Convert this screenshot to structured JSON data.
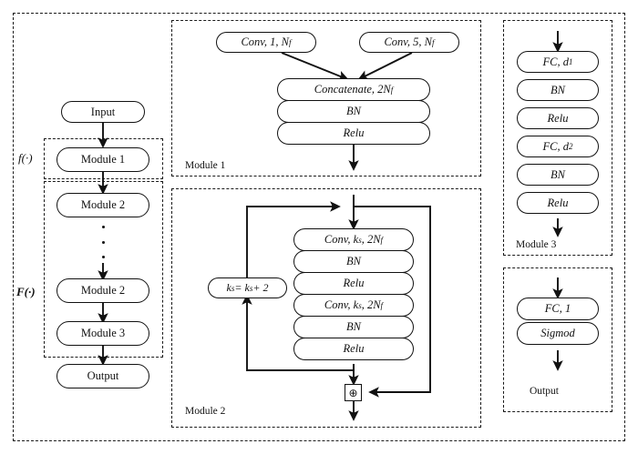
{
  "figure": {
    "type": "neural-network-architecture-diagram",
    "title": "",
    "left_labels": [
      {
        "id": "f",
        "text": "f(·)"
      },
      {
        "id": "F",
        "text": "F(·)"
      }
    ],
    "pipeline": {
      "name": "main-pipeline",
      "nodes": [
        {
          "id": "input",
          "label": "Input",
          "style": "plain"
        },
        {
          "id": "module1",
          "label": "Module 1",
          "style": "plain"
        },
        {
          "id": "module2a",
          "label": "Module 2",
          "style": "plain"
        },
        {
          "id": "ellipsis",
          "label": "⋮",
          "style": "dots"
        },
        {
          "id": "module2b",
          "label": "Module 2",
          "style": "plain"
        },
        {
          "id": "module3",
          "label": "Module 3",
          "style": "plain"
        },
        {
          "id": "output",
          "label": "Output",
          "style": "plain"
        }
      ]
    },
    "panels": [
      {
        "id": "outer",
        "label": ""
      },
      {
        "id": "f-panel",
        "label": ""
      },
      {
        "id": "F-panel",
        "label": ""
      },
      {
        "id": "module1-detail",
        "label": "Module 1"
      },
      {
        "id": "module2-detail",
        "label": "Module 2"
      },
      {
        "id": "module3-detail",
        "label": "Module 3"
      },
      {
        "id": "output-detail",
        "label": "Output"
      }
    ],
    "module1_detail": {
      "panel_label": "Module 1",
      "branches": [
        {
          "id": "conv1",
          "text": "Conv, 1, N",
          "sub": "f"
        },
        {
          "id": "conv5",
          "text": "Conv, 5, N",
          "sub": "f"
        }
      ],
      "stack": [
        {
          "id": "concat",
          "text": "Concatenate, 2N",
          "sub": "f"
        },
        {
          "id": "bn1",
          "text": "BN",
          "sub": ""
        },
        {
          "id": "relu1",
          "text": "Relu",
          "sub": ""
        }
      ]
    },
    "module2_detail": {
      "panel_label": "Module 2",
      "loop_node": {
        "id": "ks-update",
        "text": "k",
        "sub1": "s",
        "mid": " = k",
        "sub2": "s",
        "tail": " + 2"
      },
      "stack": [
        {
          "id": "m2-conv-a",
          "text": "Conv, k",
          "sub": "s",
          "tail": ", 2N",
          "sub2": "f"
        },
        {
          "id": "m2-bn-a",
          "text": "BN",
          "sub": "",
          "tail": "",
          "sub2": ""
        },
        {
          "id": "m2-relu-a",
          "text": "Relu",
          "sub": "",
          "tail": "",
          "sub2": ""
        },
        {
          "id": "m2-conv-b",
          "text": "Conv, k",
          "sub": "s",
          "tail": ", 2N",
          "sub2": "f"
        },
        {
          "id": "m2-bn-b",
          "text": "BN",
          "sub": "",
          "tail": "",
          "sub2": ""
        },
        {
          "id": "m2-relu-b",
          "text": "Relu",
          "sub": "",
          "tail": "",
          "sub2": ""
        }
      ],
      "add_node": {
        "id": "residual-add",
        "symbol": "⊕"
      }
    },
    "module3_detail": {
      "panel_label": "Module 3",
      "stack": [
        {
          "id": "fc-d1",
          "text": "FC, d",
          "sub": "1"
        },
        {
          "id": "m3-bn-a",
          "text": "BN",
          "sub": ""
        },
        {
          "id": "m3-relu-a",
          "text": "Relu",
          "sub": ""
        },
        {
          "id": "fc-d2",
          "text": "FC, d",
          "sub": "2"
        },
        {
          "id": "m3-bn-b",
          "text": "BN",
          "sub": ""
        },
        {
          "id": "m3-relu-b",
          "text": "Relu",
          "sub": ""
        }
      ]
    },
    "output_detail": {
      "panel_label": "Output",
      "stack": [
        {
          "id": "fc-1",
          "text": "FC, 1",
          "sub": ""
        },
        {
          "id": "sigmod",
          "text": "Sigmod",
          "sub": ""
        }
      ]
    },
    "colors": {
      "stroke": "#111111",
      "background": "#ffffff",
      "dash": "#1a1a1a"
    }
  }
}
